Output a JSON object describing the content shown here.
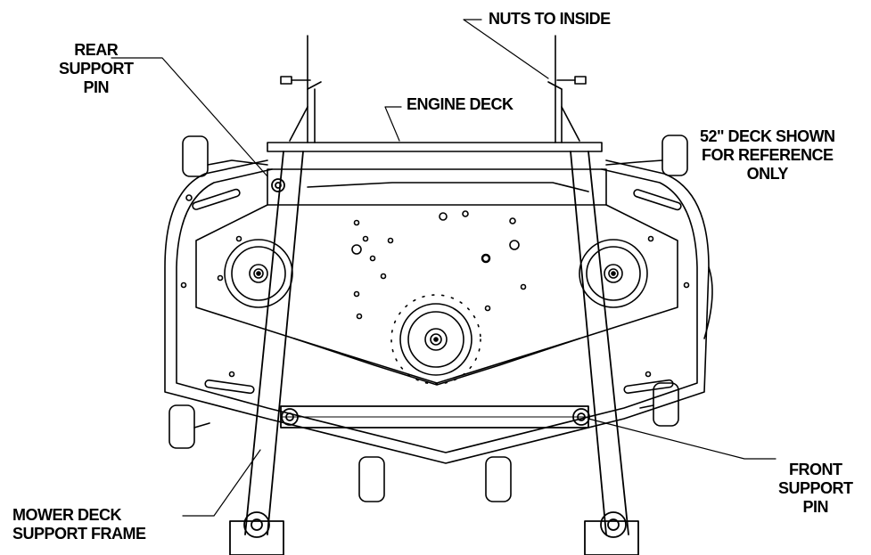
{
  "labels": {
    "nuts_to_inside": "NUTS TO INSIDE",
    "rear_support_pin": [
      "REAR",
      "SUPPORT",
      "PIN"
    ],
    "engine_deck": "ENGINE DECK",
    "deck_note": [
      "52\" DECK SHOWN",
      "FOR REFERENCE",
      "ONLY"
    ],
    "front_support_pin": [
      "FRONT",
      "SUPPORT",
      "PIN"
    ],
    "mower_deck_support_frame": [
      "MOWER DECK",
      "SUPPORT FRAME"
    ]
  },
  "colors": {
    "line": "#000000",
    "background": "#ffffff"
  }
}
